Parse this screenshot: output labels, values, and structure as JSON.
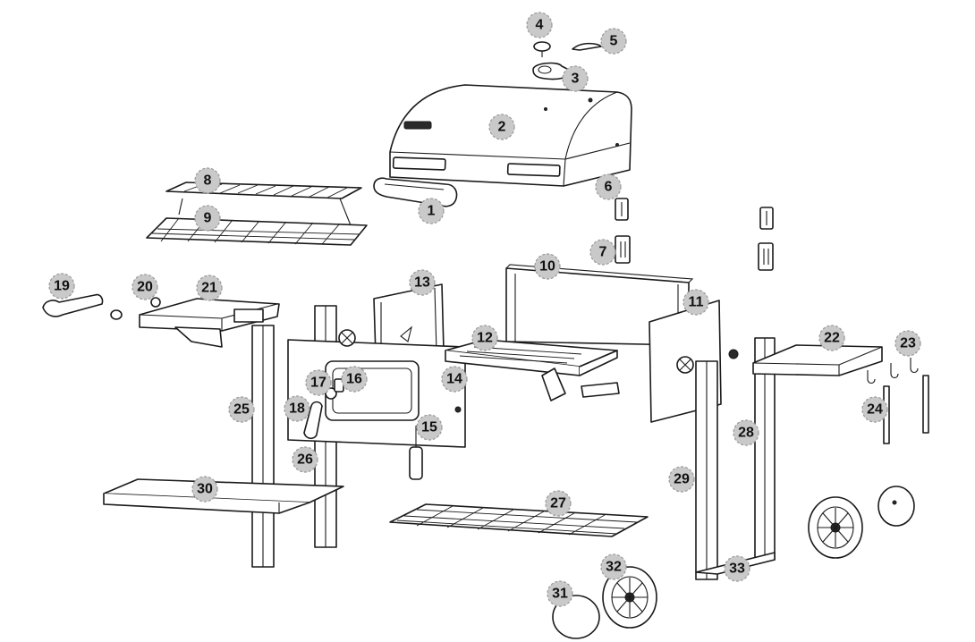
{
  "diagram": {
    "callouts": [
      {
        "id": "1",
        "label": "1"
      },
      {
        "id": "2",
        "label": "2"
      },
      {
        "id": "3",
        "label": "3"
      },
      {
        "id": "4",
        "label": "4"
      },
      {
        "id": "5",
        "label": "5"
      },
      {
        "id": "6",
        "label": "6"
      },
      {
        "id": "7",
        "label": "7"
      },
      {
        "id": "8",
        "label": "8"
      },
      {
        "id": "9",
        "label": "9"
      },
      {
        "id": "10",
        "label": "10"
      },
      {
        "id": "11",
        "label": "11"
      },
      {
        "id": "12",
        "label": "12"
      },
      {
        "id": "13",
        "label": "13"
      },
      {
        "id": "14",
        "label": "14"
      },
      {
        "id": "15",
        "label": "15"
      },
      {
        "id": "16",
        "label": "16"
      },
      {
        "id": "17",
        "label": "17"
      },
      {
        "id": "18",
        "label": "18"
      },
      {
        "id": "19",
        "label": "19"
      },
      {
        "id": "20",
        "label": "20"
      },
      {
        "id": "21",
        "label": "21"
      },
      {
        "id": "22",
        "label": "22"
      },
      {
        "id": "23",
        "label": "23"
      },
      {
        "id": "24",
        "label": "24"
      },
      {
        "id": "25",
        "label": "25"
      },
      {
        "id": "26",
        "label": "26"
      },
      {
        "id": "27",
        "label": "27"
      },
      {
        "id": "28",
        "label": "28"
      },
      {
        "id": "29",
        "label": "29"
      },
      {
        "id": "30",
        "label": "30"
      },
      {
        "id": "31",
        "label": "31"
      },
      {
        "id": "32",
        "label": "32"
      },
      {
        "id": "33",
        "label": "33"
      }
    ]
  }
}
